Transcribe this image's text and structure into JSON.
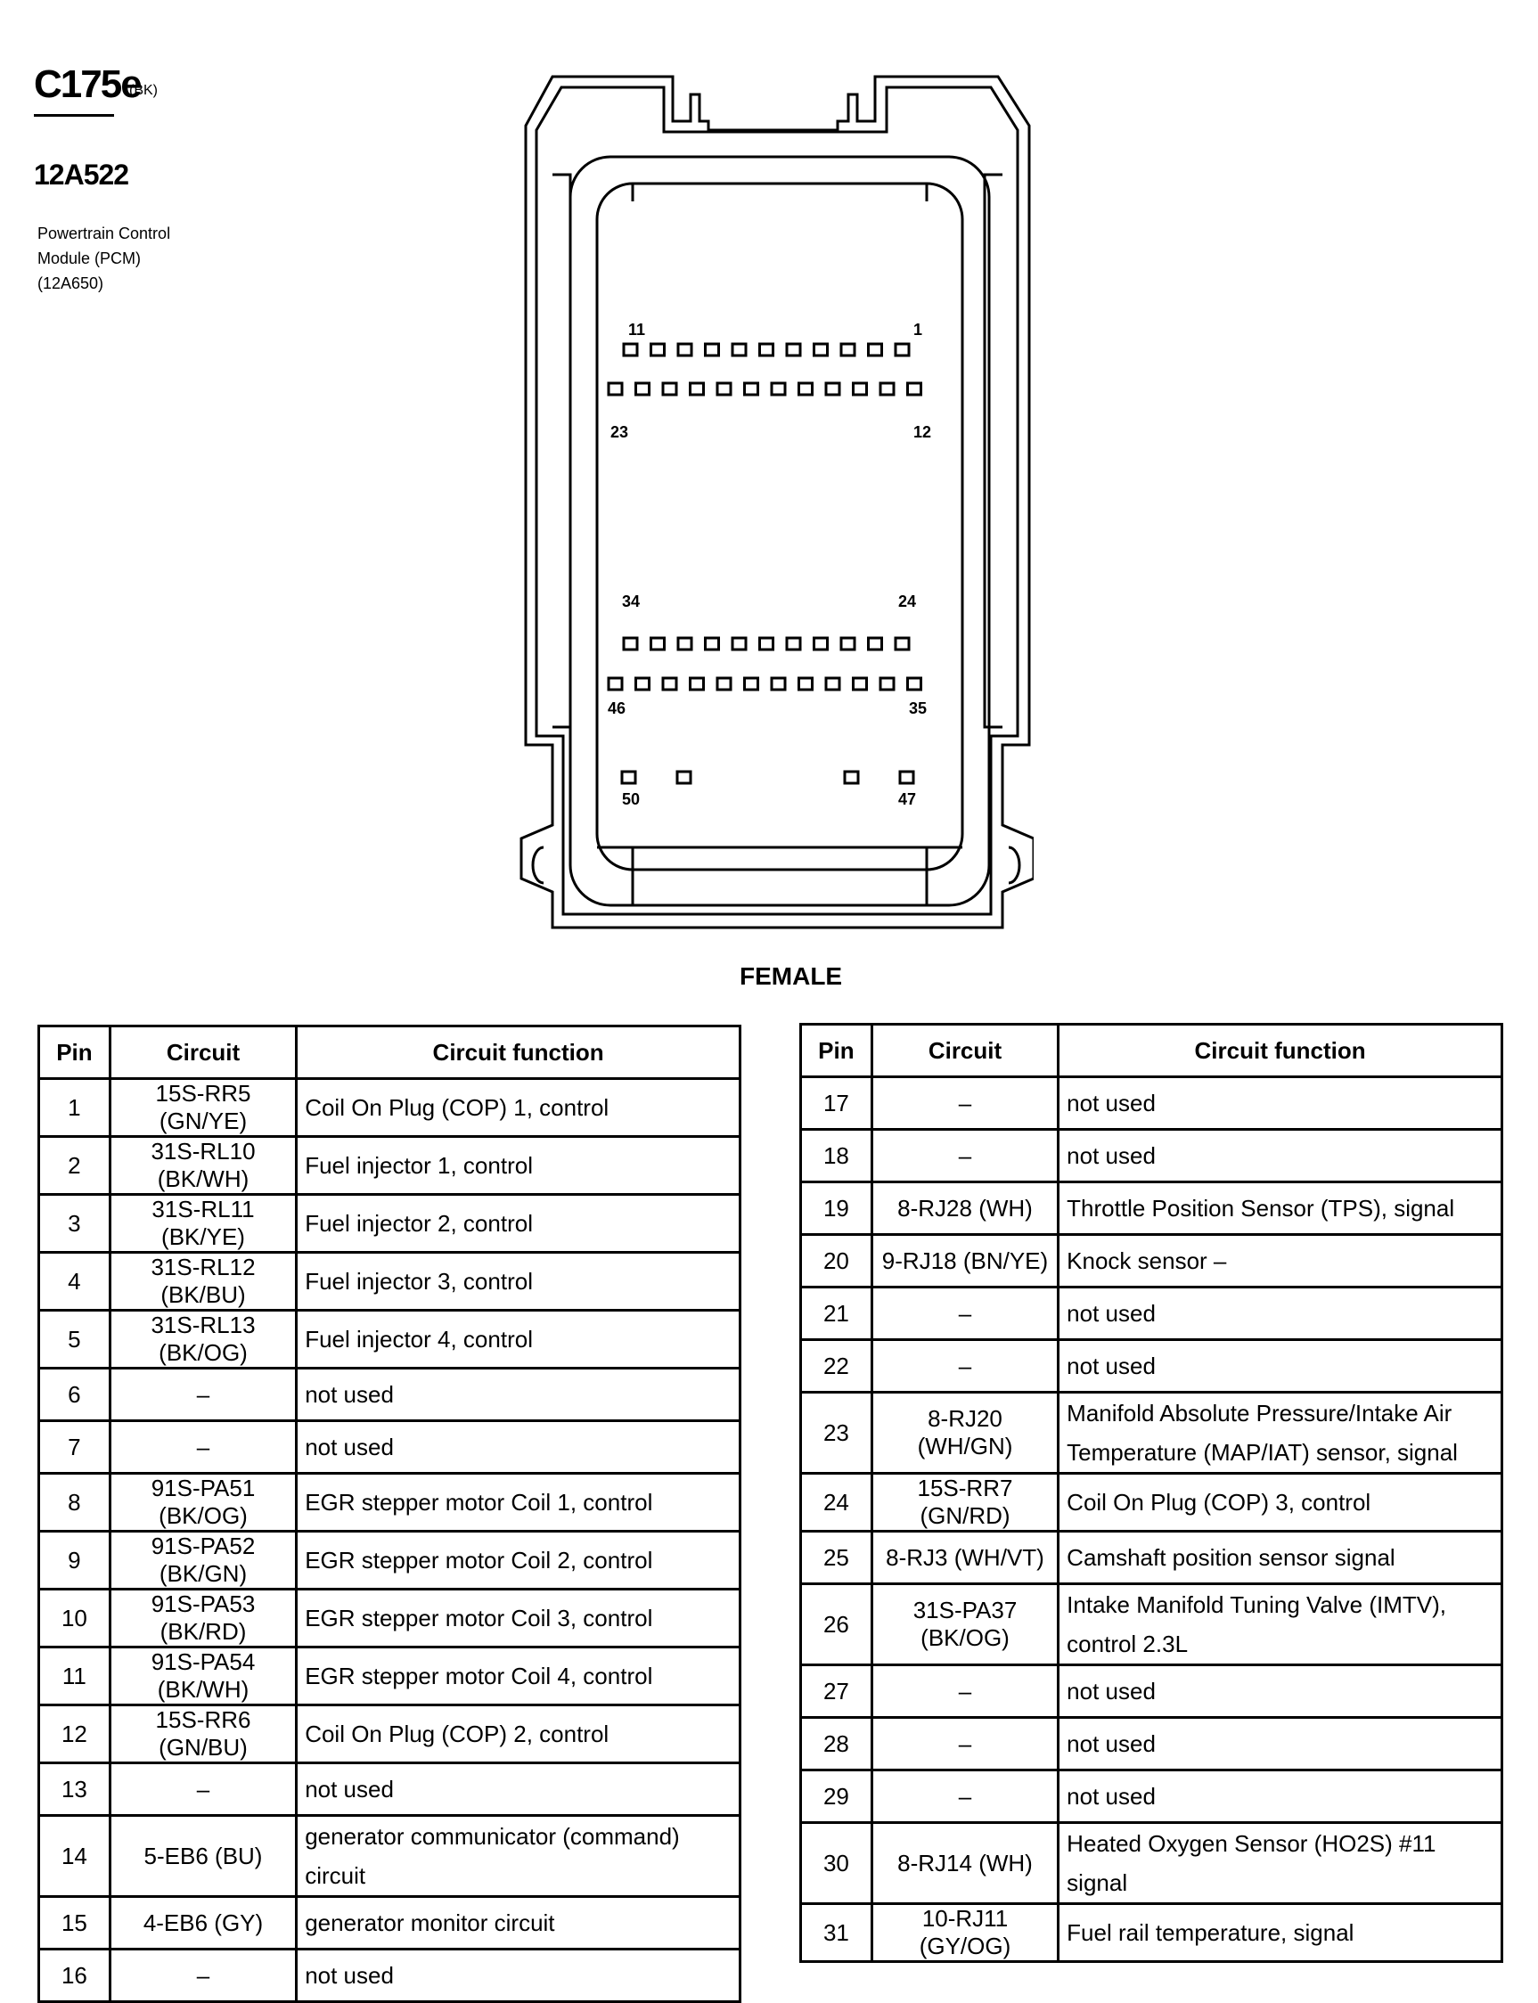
{
  "header": {
    "connector_id": "C175e",
    "connector_color": "(BK)",
    "part_number": "12A522",
    "description_lines": [
      "Powertrain Control",
      "Module (PCM)",
      "(12A650)"
    ]
  },
  "connector": {
    "pin_labels": [
      "11",
      "1",
      "23",
      "12",
      "34",
      "24",
      "46",
      "35",
      "50",
      "47"
    ],
    "view_label": "FEMALE"
  },
  "table": {
    "headers": [
      "Pin",
      "Circuit",
      "Circuit function"
    ],
    "left_rows": [
      {
        "pin": "1",
        "circuit": "15S-RR5 (GN/YE)",
        "function": "Coil On Plug (COP) 1, control"
      },
      {
        "pin": "2",
        "circuit": "31S-RL10 (BK/WH)",
        "function": "Fuel injector 1, control"
      },
      {
        "pin": "3",
        "circuit": "31S-RL11 (BK/YE)",
        "function": "Fuel injector 2, control"
      },
      {
        "pin": "4",
        "circuit": "31S-RL12 (BK/BU)",
        "function": "Fuel injector 3, control"
      },
      {
        "pin": "5",
        "circuit": "31S-RL13 (BK/OG)",
        "function": "Fuel injector 4, control"
      },
      {
        "pin": "6",
        "circuit": "–",
        "function": "not used"
      },
      {
        "pin": "7",
        "circuit": "–",
        "function": "not used"
      },
      {
        "pin": "8",
        "circuit": "91S-PA51 (BK/OG)",
        "function": "EGR stepper motor  Coil 1, control"
      },
      {
        "pin": "9",
        "circuit": "91S-PA52 (BK/GN)",
        "function": "EGR stepper motor  Coil 2, control"
      },
      {
        "pin": "10",
        "circuit": "91S-PA53 (BK/RD)",
        "function": "EGR stepper motor  Coil 3, control"
      },
      {
        "pin": "11",
        "circuit": "91S-PA54 (BK/WH)",
        "function": "EGR stepper motor  Coil 4, control"
      },
      {
        "pin": "12",
        "circuit": "15S-RR6 (GN/BU)",
        "function": "Coil On Plug (COP) 2, control"
      },
      {
        "pin": "13",
        "circuit": "–",
        "function": "not used"
      },
      {
        "pin": "14",
        "circuit": "5-EB6 (BU)",
        "function": "generator communicator (command) circuit"
      },
      {
        "pin": "15",
        "circuit": "4-EB6 (GY)",
        "function": "generator monitor circuit"
      },
      {
        "pin": "16",
        "circuit": "–",
        "function": "not used"
      }
    ],
    "right_rows": [
      {
        "pin": "17",
        "circuit": "–",
        "function": "not used"
      },
      {
        "pin": "18",
        "circuit": "–",
        "function": "not used"
      },
      {
        "pin": "19",
        "circuit": "8-RJ28 (WH)",
        "function": "Throttle Position Sensor (TPS), signal"
      },
      {
        "pin": "20",
        "circuit": "9-RJ18 (BN/YE)",
        "function": "Knock sensor  –"
      },
      {
        "pin": "21",
        "circuit": "–",
        "function": "not used"
      },
      {
        "pin": "22",
        "circuit": "–",
        "function": "not used"
      },
      {
        "pin": "23",
        "circuit": "8-RJ20 (WH/GN)",
        "function": "Manifold Absolute Pressure/Intake Air Temperature (MAP/IAT) sensor, signal"
      },
      {
        "pin": "24",
        "circuit": "15S-RR7 (GN/RD)",
        "function": "Coil On Plug (COP) 3, control"
      },
      {
        "pin": "25",
        "circuit": "8-RJ3 (WH/VT)",
        "function": "Camshaft position sensor  signal"
      },
      {
        "pin": "26",
        "circuit": "31S-PA37 (BK/OG)",
        "function": "Intake Manifold Tuning Valve (IMTV), control 2.3L"
      },
      {
        "pin": "27",
        "circuit": "–",
        "function": "not used"
      },
      {
        "pin": "28",
        "circuit": "–",
        "function": "not used"
      },
      {
        "pin": "29",
        "circuit": "–",
        "function": "not used"
      },
      {
        "pin": "30",
        "circuit": "8-RJ14 (WH)",
        "function": "Heated Oxygen Sensor (HO2S) #11  signal"
      },
      {
        "pin": "31",
        "circuit": "10-RJ11 (GY/OG)",
        "function": "Fuel rail temperature, signal"
      }
    ]
  }
}
